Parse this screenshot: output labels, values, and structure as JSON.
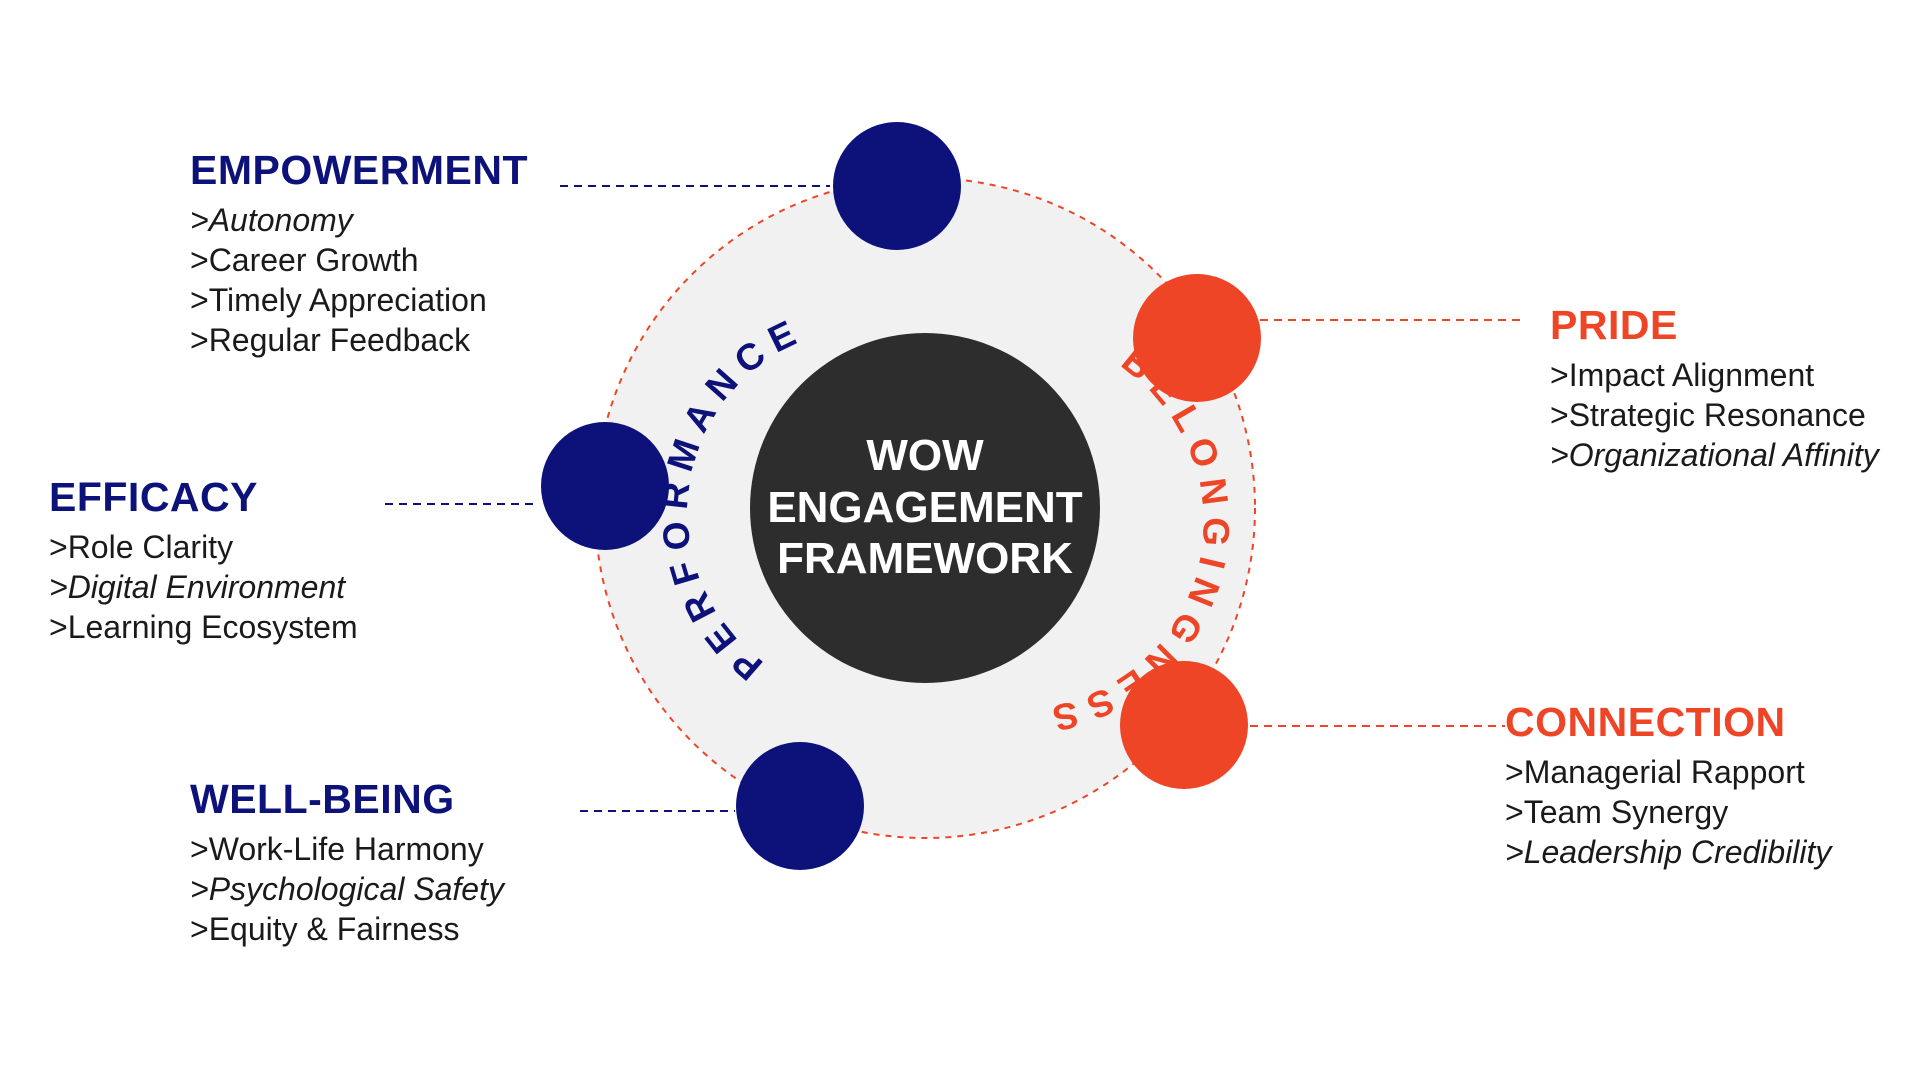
{
  "colors": {
    "navy": "#0c127a",
    "orange": "#ee4527",
    "hub": "#2d2d2d",
    "ring_fill": "#f1f1f1",
    "text": "#1a1a1a"
  },
  "hub": {
    "lines": [
      "WOW",
      "ENGAGEMENT",
      "FRAMEWORK"
    ]
  },
  "arcs": {
    "left": "PERFORMANCE",
    "right": "BELONGINGNESS"
  },
  "pillars": {
    "empowerment": {
      "title": "EMPOWERMENT",
      "color": "navy",
      "items": [
        {
          "text": ">Autonomy",
          "italic": true
        },
        {
          "text": ">Career Growth",
          "italic": false
        },
        {
          "text": ">Timely Appreciation",
          "italic": false
        },
        {
          "text": ">Regular Feedback",
          "italic": false
        }
      ]
    },
    "efficacy": {
      "title": "EFFICACY",
      "color": "navy",
      "items": [
        {
          "text": ">Role Clarity",
          "italic": false
        },
        {
          "text": ">Digital Environment",
          "italic": true
        },
        {
          "text": ">Learning Ecosystem",
          "italic": false
        }
      ]
    },
    "well_being": {
      "title": "WELL-BEING",
      "color": "navy",
      "items": [
        {
          "text": ">Work-Life Harmony",
          "italic": false
        },
        {
          "text": ">Psychological Safety",
          "italic": true
        },
        {
          "text": ">Equity & Fairness",
          "italic": false
        }
      ]
    },
    "pride": {
      "title": "PRIDE",
      "color": "orange",
      "items": [
        {
          "text": ">Impact Alignment",
          "italic": false
        },
        {
          "text": ">Strategic Resonance",
          "italic": false
        },
        {
          "text": ">Organizational Affinity",
          "italic": true
        }
      ]
    },
    "connection": {
      "title": "CONNECTION",
      "color": "orange",
      "items": [
        {
          "text": ">Managerial Rapport",
          "italic": false
        },
        {
          "text": ">Team Synergy",
          "italic": false
        },
        {
          "text": ">Leadership Credibility",
          "italic": true
        }
      ]
    }
  }
}
